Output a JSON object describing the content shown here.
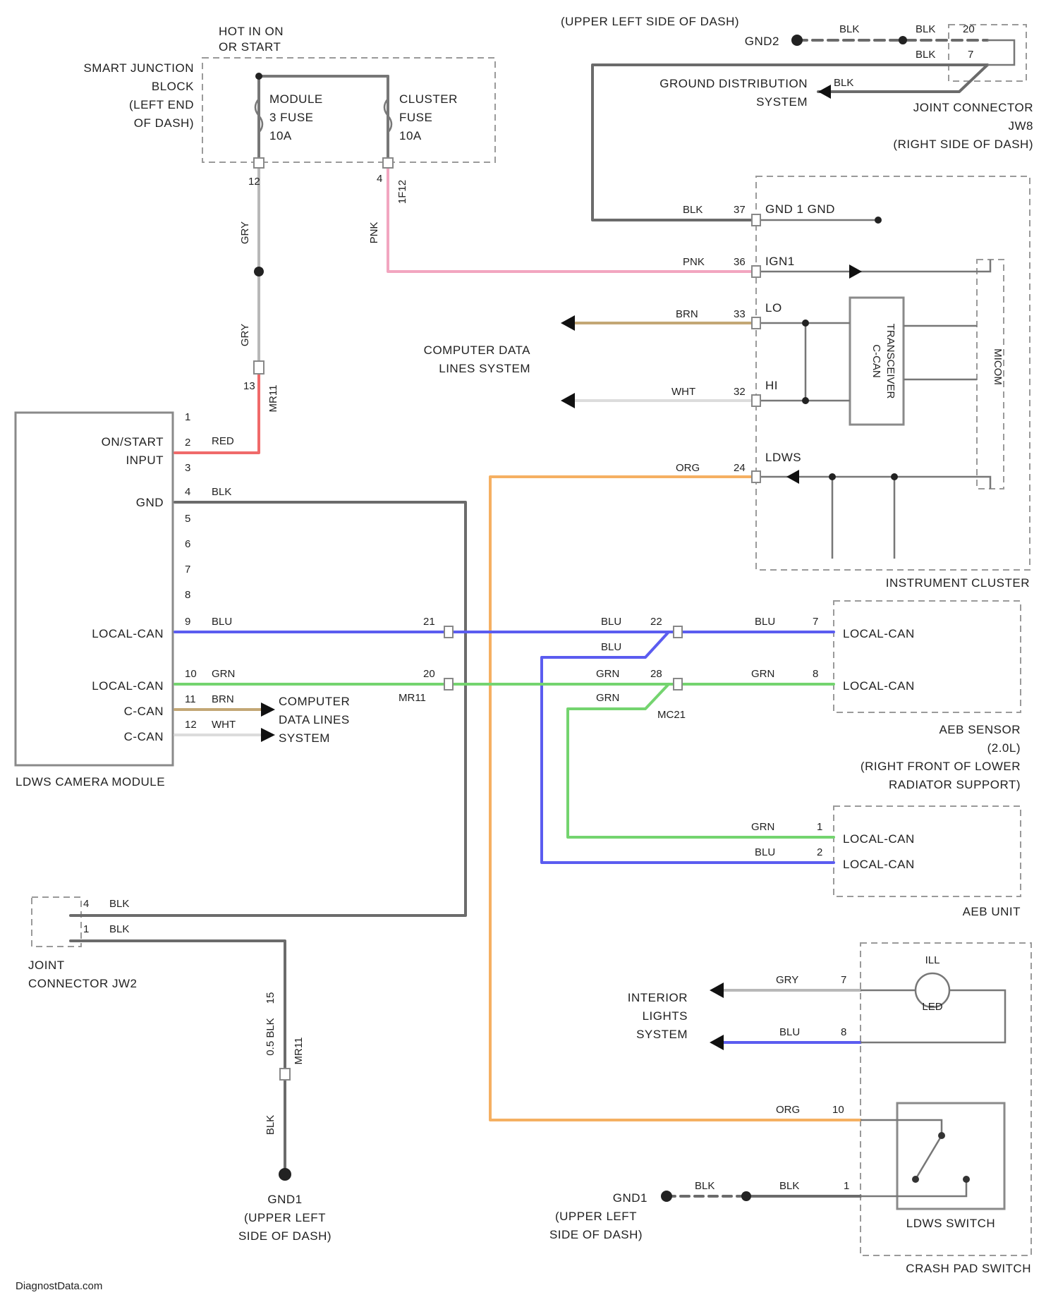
{
  "colors": {
    "BLK": "#6b6b6b",
    "GRY": "#b8b8b8",
    "PNK": "#f2a6c0",
    "RED": "#f06a6a",
    "BRN": "#c3a775",
    "WHT": "#dcdcdc",
    "ORG": "#f5b062",
    "BLU": "#5b5cf0",
    "GRN": "#74d46f"
  },
  "labels": {
    "hot_in_on": "HOT IN ON",
    "or_start": "OR START",
    "sjb": [
      "SMART JUNCTION",
      "BLOCK",
      "(LEFT END",
      "OF DASH)"
    ],
    "module_fuse": [
      "MODULE",
      "3 FUSE",
      "10A"
    ],
    "cluster_fuse": [
      "CLUSTER",
      "FUSE",
      "10A"
    ],
    "upper_left_dash_top": "(UPPER LEFT SIDE OF DASH)",
    "gnd2": "GND2",
    "ground_dist": [
      "GROUND DISTRIBUTION",
      "SYSTEM"
    ],
    "joint_connector_top": [
      "JOINT CONNECTOR",
      "JW8",
      "(RIGHT SIDE OF DASH)"
    ],
    "comp_data_lines_right": [
      "COMPUTER DATA",
      "LINES SYSTEM"
    ],
    "ic_pins": [
      "GND 1 GND",
      "IGN1",
      "LO",
      "HI",
      "LDWS"
    ],
    "c_can_transceiver": [
      "C-CAN",
      "TRANSCEIVER"
    ],
    "micom": "MICOM",
    "instrument_cluster": "INSTRUMENT CLUSTER",
    "on_start_input": [
      "ON/START",
      "INPUT"
    ],
    "gnd": "GND",
    "local_can": "LOCAL-CAN",
    "c_can": "C-CAN",
    "comp_data_lines_left": [
      "COMPUTER",
      "DATA LINES",
      "SYSTEM"
    ],
    "ldws_camera_module": "LDWS CAMERA MODULE",
    "aeb_sensor": [
      "AEB SENSOR",
      "(2.0L)",
      "(RIGHT FRONT OF LOWER",
      "RADIATOR SUPPORT)"
    ],
    "aeb_unit": "AEB UNIT",
    "joint_connector_jw": [
      "JOINT",
      "CONNECTOR JW2"
    ],
    "gnd1_left": [
      "GND1",
      "(UPPER LEFT",
      "SIDE OF DASH)"
    ],
    "interior_lights": [
      "INTERIOR",
      "LIGHTS",
      "SYSTEM"
    ],
    "ill": "ILL",
    "led": "LED",
    "gnd1_bottom": [
      "GND1",
      "(UPPER LEFT",
      "SIDE OF DASH)"
    ],
    "ldws_switch": "LDWS SWITCH",
    "crash_pad_switch": "CRASH PAD SWITCH",
    "mr11_a": "MR11",
    "mr11_b": "MR11",
    "mr11_c": "MR11",
    "mc21": "MC21",
    "watermark": "DiagnostData.com"
  },
  "wire_labels": {
    "gry1": "GRY",
    "gry2": "GRY",
    "pnk1": "PNK",
    "pnk2": "PNK",
    "red": "RED",
    "blk_gnd": "BLK",
    "blu_lc": "BLU",
    "grn_lc": "GRN",
    "brn_cc": "BRN",
    "wht_cc": "WHT",
    "blk_top1": "BLK",
    "blk_top2": "BLK",
    "blk_top3": "BLK",
    "blk_dist": "BLK",
    "blk_ic": "BLK",
    "pnk_ic": "PNK",
    "brn_ic": "BRN",
    "wht_ic": "WHT",
    "org_ic": "ORG",
    "blu_mid1": "BLU",
    "blu_mid2": "BLU",
    "blu_aeb": "BLU",
    "grn_mid1": "GRN",
    "grn_mid2": "GRN",
    "grn_aeb": "GRN",
    "grn_unit": "GRN",
    "blu_unit": "BLU",
    "blk_jw1": "BLK",
    "blk_jw2": "BLK",
    "blk_v1": "0.5 BLK",
    "blk_v2": "BLK",
    "gry_il": "GRY",
    "blu_il": "BLU",
    "org_sw": "ORG",
    "blk_sw1": "BLK",
    "blk_sw2": "BLK",
    "fuse1_pin": "12",
    "fuse2_pin": "4",
    "fuse2_conn": "1F12"
  },
  "pins": {
    "cam": [
      "1",
      "2",
      "3",
      "4",
      "5",
      "6",
      "7",
      "8",
      "9",
      "10",
      "11",
      "12"
    ],
    "ic": [
      "37",
      "36",
      "33",
      "32",
      "24"
    ],
    "mr_top": "13",
    "mr_mid1": "21",
    "mr_mid2": "20",
    "mc_1": "22",
    "mc_2": "28",
    "aeb_sensor": [
      "7",
      "8"
    ],
    "aeb_unit": [
      "1",
      "2"
    ],
    "jw": [
      "4",
      "1"
    ],
    "top_conn": [
      "20",
      "7"
    ],
    "il": [
      "7",
      "8"
    ],
    "sw": [
      "10",
      "1"
    ],
    "v_conn": "15"
  }
}
